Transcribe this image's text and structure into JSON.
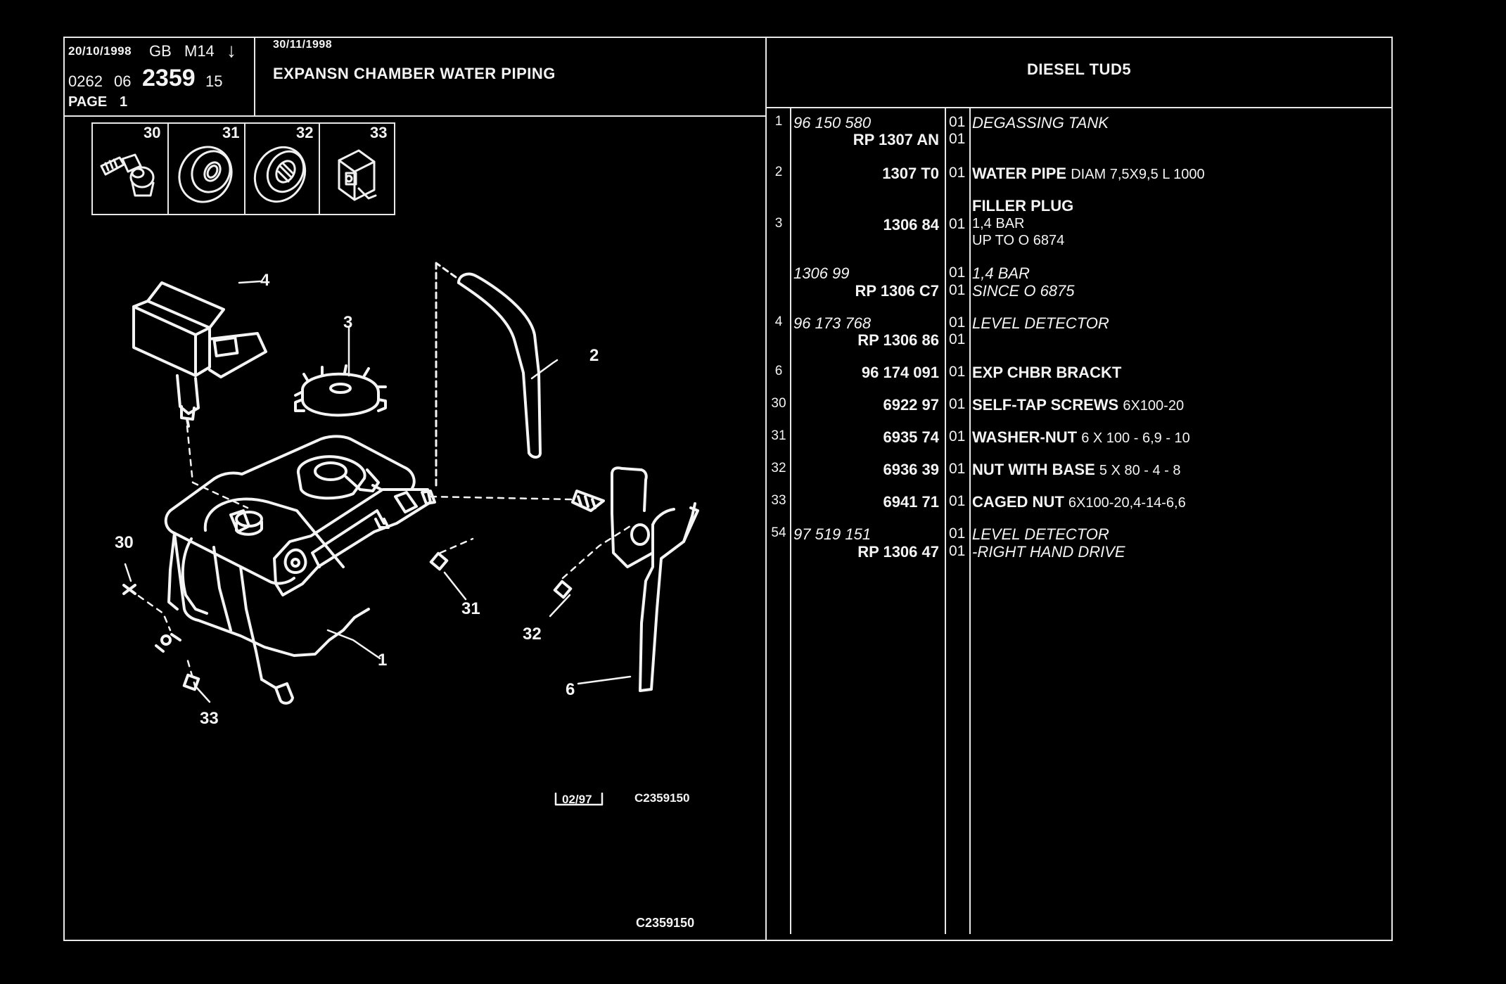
{
  "header": {
    "date": "20/10/1998",
    "lang": "GB",
    "model": "M14",
    "arrow": "↓",
    "ref_prefix": "0262",
    "ref_group": "06",
    "ref_main": "2359",
    "ref_suffix": "15",
    "page": "PAGE",
    "page_no": "1",
    "update_date": "30/11/1998",
    "title": "EXPANSN CHAMBER WATER PIPING",
    "engine": "DIESEL TUD5"
  },
  "thumbnails": [
    {
      "num": "30",
      "icon": "screw-icon"
    },
    {
      "num": "31",
      "icon": "washer-nut-icon"
    },
    {
      "num": "32",
      "icon": "nut-with-base-icon"
    },
    {
      "num": "33",
      "icon": "caged-nut-icon"
    }
  ],
  "callouts": {
    "c1": "1",
    "c2": "2",
    "c3": "3",
    "c4": "4",
    "c6": "6",
    "c30": "30",
    "c31": "31",
    "c32": "32",
    "c33": "33"
  },
  "drawing": {
    "stamp_date": "02/97",
    "stamp_ref": "C2359150",
    "footer_ref": "C2359150"
  },
  "parts": [
    {
      "idx": "1",
      "ref": "96 150 580",
      "ref_italic": true,
      "qty": "01",
      "desc": "DEGASSING TANK",
      "desc_italic": true,
      "detail": ""
    },
    {
      "idx": "",
      "ref": "RP  1307 AN",
      "ref_italic": false,
      "qty": "01",
      "desc": "",
      "desc_italic": false,
      "detail": ""
    },
    {
      "idx": "2",
      "ref": "1307 T0",
      "ref_italic": false,
      "qty": "01",
      "desc": "WATER PIPE",
      "desc_italic": false,
      "detail": "DIAM 7,5X9,5 L 1000"
    },
    {
      "idx": "",
      "ref": "",
      "ref_italic": false,
      "qty": "",
      "desc": "FILLER PLUG",
      "desc_italic": false,
      "detail": ""
    },
    {
      "idx": "3",
      "ref": "1306 84",
      "ref_italic": false,
      "qty": "01",
      "desc": "",
      "desc_italic": false,
      "detail": "1,4 BAR"
    },
    {
      "idx": "",
      "ref": "",
      "ref_italic": false,
      "qty": "",
      "desc": "",
      "desc_italic": false,
      "detail": "UP TO O 6874"
    },
    {
      "idx": "",
      "ref": "1306 99",
      "ref_italic": true,
      "qty": "01",
      "desc": "1,4 BAR",
      "desc_italic": true,
      "detail": ""
    },
    {
      "idx": "",
      "ref": "RP  1306 C7",
      "ref_italic": false,
      "qty": "01",
      "desc": "SINCE O 6875",
      "desc_italic": true,
      "detail": ""
    },
    {
      "idx": "4",
      "ref": "96 173 768",
      "ref_italic": true,
      "qty": "01",
      "desc": "LEVEL DETECTOR",
      "desc_italic": true,
      "detail": ""
    },
    {
      "idx": "",
      "ref": "RP  1306 86",
      "ref_italic": false,
      "qty": "01",
      "desc": "",
      "desc_italic": false,
      "detail": ""
    },
    {
      "idx": "6",
      "ref": "96 174 091",
      "ref_italic": false,
      "qty": "01",
      "desc": "EXP CHBR BRACKT",
      "desc_italic": false,
      "detail": ""
    },
    {
      "idx": "30",
      "ref": "6922 97",
      "ref_italic": false,
      "qty": "01",
      "desc": "SELF-TAP SCREWS",
      "desc_italic": false,
      "detail": "6X100-20"
    },
    {
      "idx": "31",
      "ref": "6935 74",
      "ref_italic": false,
      "qty": "01",
      "desc": "WASHER-NUT",
      "desc_italic": false,
      "detail": "6 X 100 - 6,9 - 10"
    },
    {
      "idx": "32",
      "ref": "6936 39",
      "ref_italic": false,
      "qty": "01",
      "desc": "NUT WITH BASE",
      "desc_italic": false,
      "detail": "5 X 80 - 4 - 8"
    },
    {
      "idx": "33",
      "ref": "6941 71",
      "ref_italic": false,
      "qty": "01",
      "desc": "CAGED NUT",
      "desc_italic": false,
      "detail": "6X100-20,4-14-6,6"
    },
    {
      "idx": "54",
      "ref": "97 519 151",
      "ref_italic": true,
      "qty": "01",
      "desc": "LEVEL DETECTOR",
      "desc_italic": true,
      "detail": ""
    },
    {
      "idx": "",
      "ref": "RP  1306 47",
      "ref_italic": false,
      "qty": "01",
      "desc": "-RIGHT HAND DRIVE",
      "desc_italic": true,
      "detail": ""
    }
  ]
}
